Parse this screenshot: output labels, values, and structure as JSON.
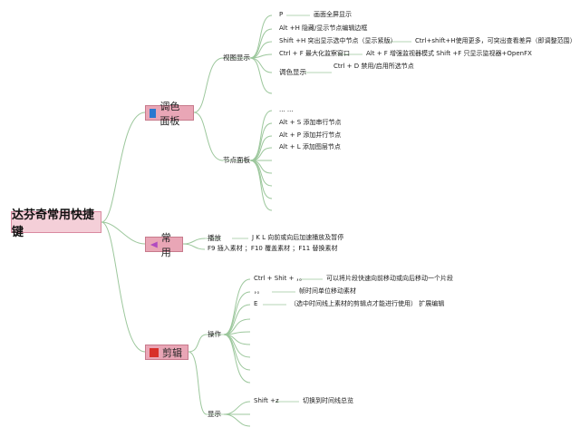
{
  "root": "达芬奇常用快捷键",
  "main_nodes": [
    {
      "label": "调色面板",
      "icon": "blue-square-icon"
    },
    {
      "label": "常用",
      "icon": "purple-arrow-icon"
    },
    {
      "label": "剪辑",
      "icon": "red-square-icon"
    }
  ],
  "sub_nodes": {
    "view": "视图显示",
    "node_panel": "节点面板",
    "playback": "播放",
    "operation": "操作",
    "display": "显示",
    "color_display": "调色显示"
  },
  "view_items": [
    {
      "key": "P",
      "desc": "画面全屏显示"
    },
    {
      "key": "Alt +H 隐藏/显示节点编辑边框",
      "desc": ""
    },
    {
      "key": "Shift +H 突出显示选中节点（显示紧版）",
      "desc": "Ctrl+shift+H使用更多，可突出查看差异（即调整范围）"
    },
    {
      "key": "Ctrl + F 最大化监察窗口",
      "desc": "Alt + F 增强监视器模式 Shift +F 只显示监视器+OpenFX"
    }
  ],
  "color_display_item": "Ctrl + D 禁用/启用所选节点",
  "node_items": [
    "... ...",
    "Alt + S 添加串行节点",
    "Alt + P 添加并行节点",
    "Alt + L 添加图层节点"
  ],
  "playback_item": "J K L 向前或向后加速播放及暂停",
  "common_item": "F9 插入素材 ；F10 覆盖素材 ；F11 替换素材",
  "operation_items": [
    {
      "key": "Ctrl + Shit + ，。",
      "desc": "可以将片段快速向前移动或向后移动一个片段"
    },
    {
      "key": "，。",
      "desc": "帧时间单位移动素材"
    },
    {
      "key": "E",
      "desc": "（选中时间线上素材的剪辑点才能进行使用） 扩展编辑"
    }
  ],
  "display_item": {
    "key": "Shift +z",
    "desc": "切换到时间线总览"
  },
  "colors": {
    "branch": "#8fbf8f",
    "main_fill": "#e9a6b6",
    "root_fill": "#f4cfd8"
  }
}
